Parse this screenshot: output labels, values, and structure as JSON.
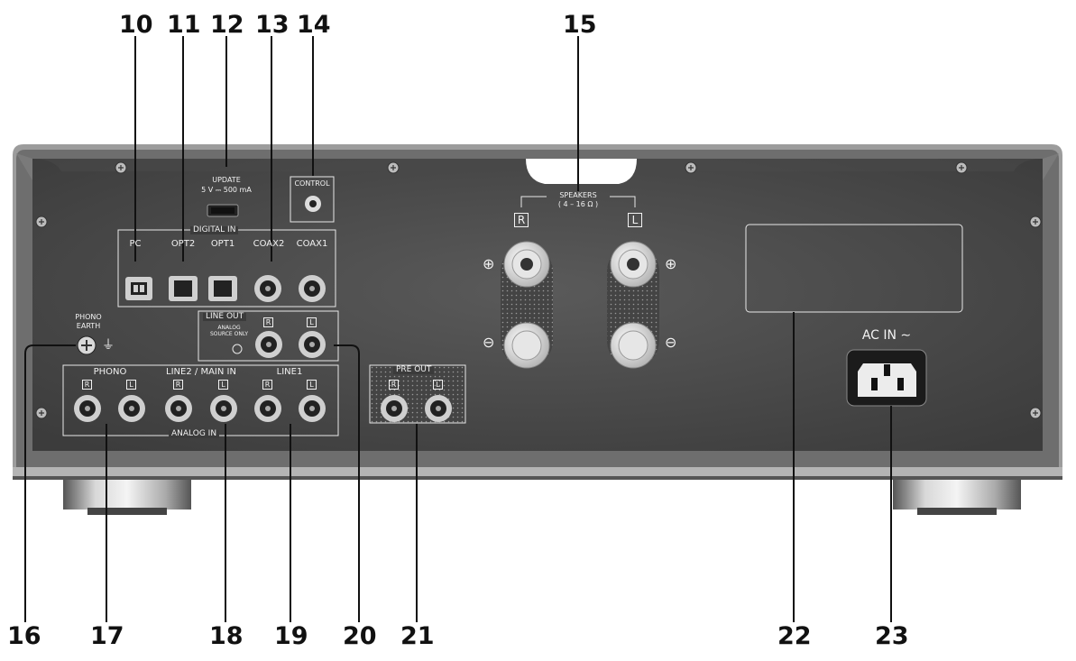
{
  "callouts": [
    "10",
    "11",
    "12",
    "13",
    "14",
    "15",
    "16",
    "17",
    "18",
    "19",
    "20",
    "21",
    "22",
    "23"
  ],
  "panel": {
    "update_title": "UPDATE",
    "update_spec": "5 V ⎓ 500 mA",
    "control": "CONTROL",
    "digital_in": "DIGITAL IN",
    "pc": "PC",
    "opt2": "OPT2",
    "opt1": "OPT1",
    "coax2": "COAX2",
    "coax1": "COAX1",
    "speakers": "SPEAKERS",
    "speakers_impedance": "( 4 – 16 Ω )",
    "right": "R",
    "left": "L",
    "plus": "⊕",
    "minus": "⊖",
    "phono_earth_1": "PHONO",
    "phono_earth_2": "EARTH",
    "ground_symbol": "⏚",
    "line_out": "LINE OUT",
    "analog_source_only_1": "ANALOG",
    "analog_source_only_2": "SOURCE ONLY",
    "phono": "PHONO",
    "line2_main_in": "LINE2 / MAIN IN",
    "line1": "LINE1",
    "analog_in": "ANALOG IN",
    "pre_out": "PRE OUT",
    "ac_in": "AC IN ∼"
  },
  "colors": {
    "panel": "#454545",
    "frame": "#8a8a8a",
    "label": "#f2f2f2",
    "callout": "#111111"
  }
}
